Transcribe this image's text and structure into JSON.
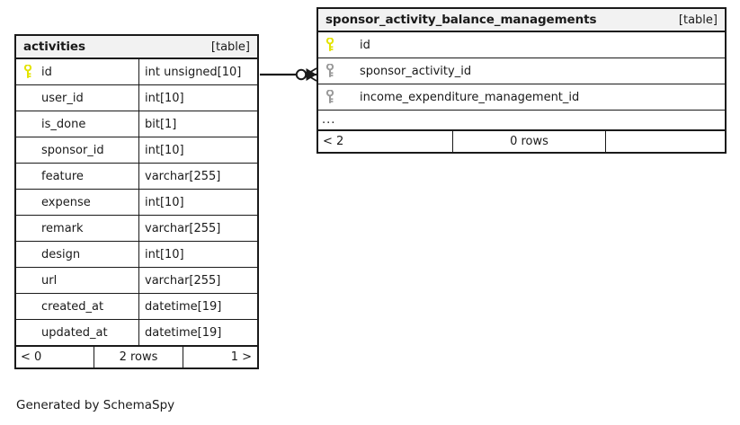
{
  "diagram": {
    "generator_caption": "Generated by SchemaSpy",
    "table_tag": "[table]",
    "ellipsis": "...",
    "key_icon_pk": "primary-key-icon",
    "key_icon_fk": "foreign-key-icon",
    "colors": {
      "primary_key": "#e8e800",
      "foreign_key": "#9a9a9a",
      "header_background": "#f2f2f2",
      "border": "#1a1a1a",
      "canvas": "#ffffff"
    },
    "relationship": {
      "from_table": "activities",
      "from_column": "id",
      "to_table": "sponsor_activity_balance_managements",
      "to_column": "sponsor_activity_id",
      "notation": "crows-foot",
      "source_cardinality": "zero-or-one",
      "target_cardinality": "zero-or-many"
    }
  },
  "tables": [
    {
      "id": "activities",
      "name": "activities",
      "tag": "[table]",
      "columns": [
        {
          "key": "pk",
          "name": "id",
          "type": "int unsigned[10]"
        },
        {
          "key": "none",
          "name": "user_id",
          "type": "int[10]"
        },
        {
          "key": "none",
          "name": "is_done",
          "type": "bit[1]"
        },
        {
          "key": "none",
          "name": "sponsor_id",
          "type": "int[10]"
        },
        {
          "key": "none",
          "name": "feature",
          "type": "varchar[255]"
        },
        {
          "key": "none",
          "name": "expense",
          "type": "int[10]"
        },
        {
          "key": "none",
          "name": "remark",
          "type": "varchar[255]"
        },
        {
          "key": "none",
          "name": "design",
          "type": "int[10]"
        },
        {
          "key": "none",
          "name": "url",
          "type": "varchar[255]"
        },
        {
          "key": "none",
          "name": "created_at",
          "type": "datetime[19]"
        },
        {
          "key": "none",
          "name": "updated_at",
          "type": "datetime[19]"
        }
      ],
      "has_ellipsis": false,
      "footer": {
        "prev": "< 0",
        "rows": "2 rows",
        "next": "1 >"
      }
    },
    {
      "id": "sponsor_activity_balance_managements",
      "name": "sponsor_activity_balance_managements",
      "tag": "[table]",
      "columns": [
        {
          "key": "pk",
          "name": "id",
          "type": ""
        },
        {
          "key": "fk",
          "name": "sponsor_activity_id",
          "type": ""
        },
        {
          "key": "fk",
          "name": "income_expenditure_management_id",
          "type": ""
        }
      ],
      "has_ellipsis": true,
      "footer": {
        "prev": "< 2",
        "rows": "0 rows",
        "next": ""
      }
    }
  ]
}
